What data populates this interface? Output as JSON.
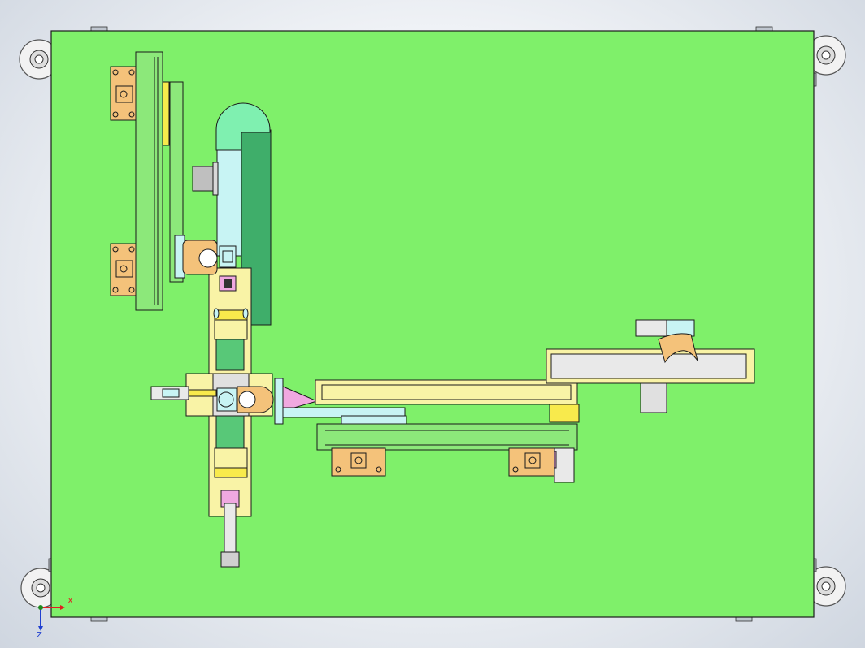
{
  "viewport": {
    "background_center": "#ffffff",
    "background_edge": "#cfd6e0"
  },
  "colors": {
    "base_plate": "#7ff06a",
    "outline": "#1a1a1a",
    "mount_block": "#f4c27a",
    "frame_green": "#8ce87a",
    "rail_yellow": "#f9f3a6",
    "slide_cyan": "#c8f4f4",
    "dark_green": "#3fae6a",
    "mint": "#7ff0b0",
    "cylinder_green": "#58c878",
    "pink": "#f0a8e0",
    "grey": "#cfcfcf",
    "light_grey": "#e9e9e9",
    "bright_yellow": "#f8ea4c",
    "axis_x": "#e02020",
    "axis_y": "#1f8a1f",
    "axis_z": "#1f3fd0"
  },
  "assembly": {
    "parts": [
      "base-plate",
      "caster-wheel",
      "vertical-conveyor",
      "slider-cylinder-column",
      "horizontal-rail-arm",
      "gripper-cylinder",
      "upper-conveyor",
      "mount-block"
    ]
  },
  "coordinate_triad": {
    "x_label": "X",
    "z_label": "Z"
  }
}
